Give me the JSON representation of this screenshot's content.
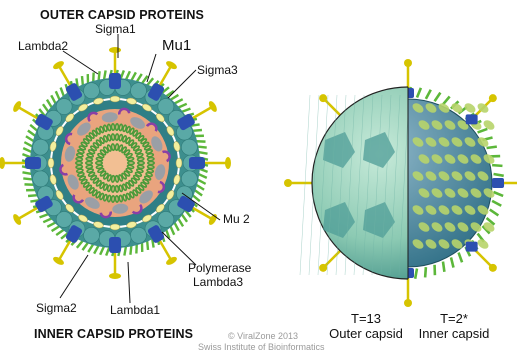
{
  "headers": {
    "outer": "OUTER CAPSID PROTEINS",
    "inner": "INNER CAPSID PROTEINS"
  },
  "labels": {
    "sigma1": "Sigma1",
    "lambda2": "Lambda2",
    "mu1": "Mu1",
    "sigma3": "Sigma3",
    "mu2": "Mu 2",
    "polymerase": "Polymerase",
    "lambda3": "Lambda3",
    "sigma2": "Sigma2",
    "lambda1": "Lambda1"
  },
  "right_panel": {
    "outer_t": "T=13",
    "outer_name": "Outer capsid",
    "inner_t": "T=2*",
    "inner_name": "Inner capsid"
  },
  "credits": {
    "line1": "© ViralZone 2013",
    "line2": "Swiss Institute of Bioinformatics"
  },
  "colors": {
    "outer_teal": "#3d8f8e",
    "outer_light": "#5aa9a6",
    "lambda2_blue": "#2c4fb0",
    "spike_yellow": "#d6c400",
    "sigma3_green": "#5cb73a",
    "core_salmon": "#e9a47e",
    "core_inner": "#f2bf93",
    "genome_green": "#4b9a3a",
    "sigma2_yellow": "#f3ef9e",
    "lambda1_teal": "#2f7f86",
    "inner_capsid_green": "#b7d46a",
    "polymerase_purple": "#8a3fa6",
    "mu2_grey": "#9a9fa6"
  }
}
